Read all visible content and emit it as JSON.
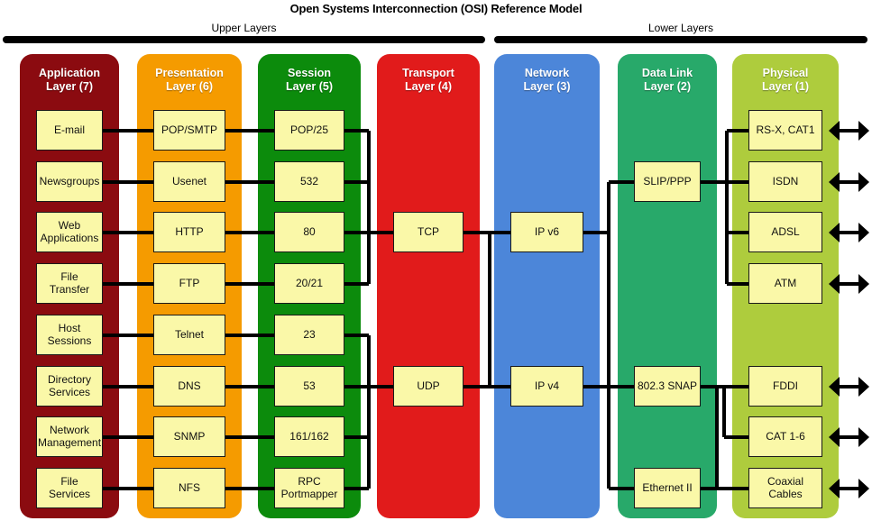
{
  "diagram": {
    "title": "Open Systems Interconnection (OSI) Reference Model",
    "bands": [
      {
        "label": "Upper Layers"
      },
      {
        "label": "Lower Layers"
      }
    ]
  },
  "columns": [
    {
      "id": "application",
      "title_line1": "Application",
      "title_line2": "Layer (7)",
      "color": "#8B0B10",
      "items": [
        {
          "label": "E-mail"
        },
        {
          "label": "Newsgroups"
        },
        {
          "label": "Web\nApplications"
        },
        {
          "label": "File\nTransfer"
        },
        {
          "label": "Host\nSessions"
        },
        {
          "label": "Directory\nServices"
        },
        {
          "label": "Network\nManagement"
        },
        {
          "label": "File\nServices"
        }
      ]
    },
    {
      "id": "presentation",
      "title_line1": "Presentation",
      "title_line2": "Layer (6)",
      "color": "#F59B00",
      "items": [
        {
          "label": "POP/SMTP"
        },
        {
          "label": "Usenet"
        },
        {
          "label": "HTTP"
        },
        {
          "label": "FTP"
        },
        {
          "label": "Telnet"
        },
        {
          "label": "DNS"
        },
        {
          "label": "SNMP"
        },
        {
          "label": "NFS"
        }
      ]
    },
    {
      "id": "session",
      "title_line1": "Session",
      "title_line2": "Layer (5)",
      "color": "#0C8B0C",
      "items": [
        {
          "label": "POP/25"
        },
        {
          "label": "532"
        },
        {
          "label": "80"
        },
        {
          "label": "20/21"
        },
        {
          "label": "23"
        },
        {
          "label": "53"
        },
        {
          "label": "161/162"
        },
        {
          "label": "RPC\nPortmapper"
        }
      ]
    },
    {
      "id": "transport",
      "title_line1": "Transport",
      "title_line2": "Layer (4)",
      "color": "#E11B1B",
      "items": [
        {
          "label": "TCP",
          "row": 3
        },
        {
          "label": "UDP",
          "row": 6
        }
      ]
    },
    {
      "id": "network",
      "title_line1": "Network",
      "title_line2": "Layer (3)",
      "color": "#4C86D9",
      "items": [
        {
          "label": "IP v6",
          "row": 3
        },
        {
          "label": "IP v4",
          "row": 6
        }
      ]
    },
    {
      "id": "datalink",
      "title_line1": "Data Link",
      "title_line2": "Layer (2)",
      "color": "#28A96A",
      "items": [
        {
          "label": "SLIP/PPP",
          "row": 2
        },
        {
          "label": "802.3 SNAP",
          "row": 6
        },
        {
          "label": "Ethernet II",
          "row": 8
        }
      ]
    },
    {
      "id": "physical",
      "title_line1": "Physical",
      "title_line2": "Layer (1)",
      "color": "#AECC3D",
      "items": [
        {
          "label": "RS-X, CAT1"
        },
        {
          "label": "ISDN"
        },
        {
          "label": "ADSL"
        },
        {
          "label": "ATM"
        },
        {
          "label": "FDDI",
          "row": 6
        },
        {
          "label": "CAT 1-6",
          "row": 7
        },
        {
          "label": "Coaxial\nCables",
          "row": 8
        }
      ]
    }
  ],
  "colors": {
    "application": "#8B0B10",
    "presentation": "#F59B00",
    "session": "#0C8B0C",
    "transport": "#E11B1B",
    "network": "#4C86D9",
    "datalink": "#28A96A",
    "physical": "#AECC3D",
    "box_fill": "#FAF8A8",
    "wire": "#000000",
    "background": "#FFFFFF"
  }
}
